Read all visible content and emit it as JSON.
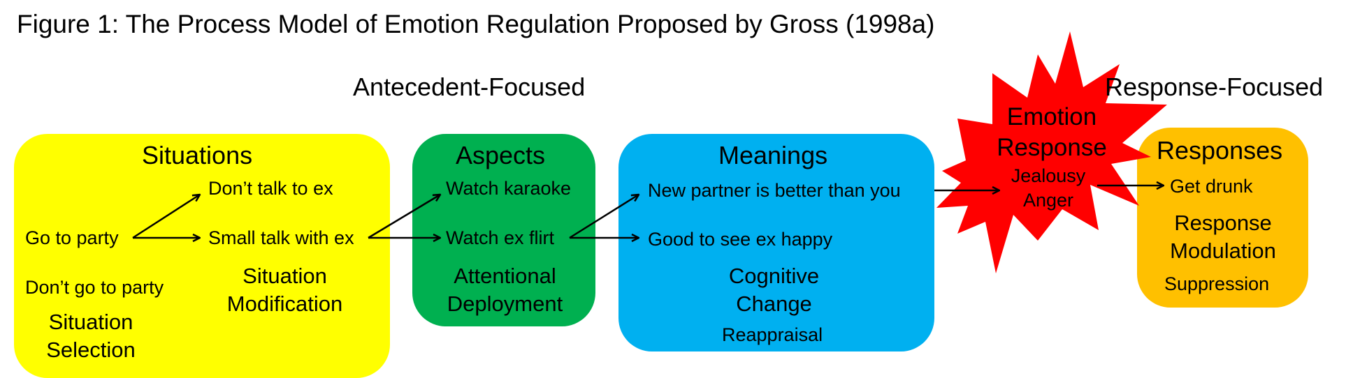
{
  "title": "Figure 1: The Process Model of Emotion Regulation Proposed by Gross (1998a)",
  "phases": {
    "antecedent": "Antecedent-Focused",
    "response": "Response-Focused"
  },
  "colors": {
    "situations": "#ffff00",
    "aspects": "#00b050",
    "meanings": "#00b0f0",
    "burst": "#ff0000",
    "responses": "#ffc000"
  },
  "situations": {
    "title": "Situations",
    "go_to_party": "Go to party",
    "dont_talk": "Don’t talk to ex",
    "small_talk": "Small talk with ex",
    "dont_go": "Don’t go to party",
    "selection_line1": "Situation",
    "selection_line2": "Selection",
    "modification_line1": "Situation",
    "modification_line2": "Modification"
  },
  "aspects": {
    "title": "Aspects",
    "watch_karaoke": "Watch karaoke",
    "watch_ex_flirt": "Watch ex flirt",
    "strategy_line1": "Attentional",
    "strategy_line2": "Deployment"
  },
  "meanings": {
    "title": "Meanings",
    "new_partner": "New partner is better than you",
    "good_to_see": "Good to see ex happy",
    "strategy_line1": "Cognitive",
    "strategy_line2": "Change",
    "technique": "Reappraisal"
  },
  "emotion": {
    "line1": "Emotion",
    "line2": "Response",
    "jealousy": "Jealousy",
    "anger": "Anger"
  },
  "responses": {
    "title": "Responses",
    "get_drunk": "Get drunk",
    "strategy_line1": "Response",
    "strategy_line2": "Modulation",
    "technique": "Suppression"
  }
}
